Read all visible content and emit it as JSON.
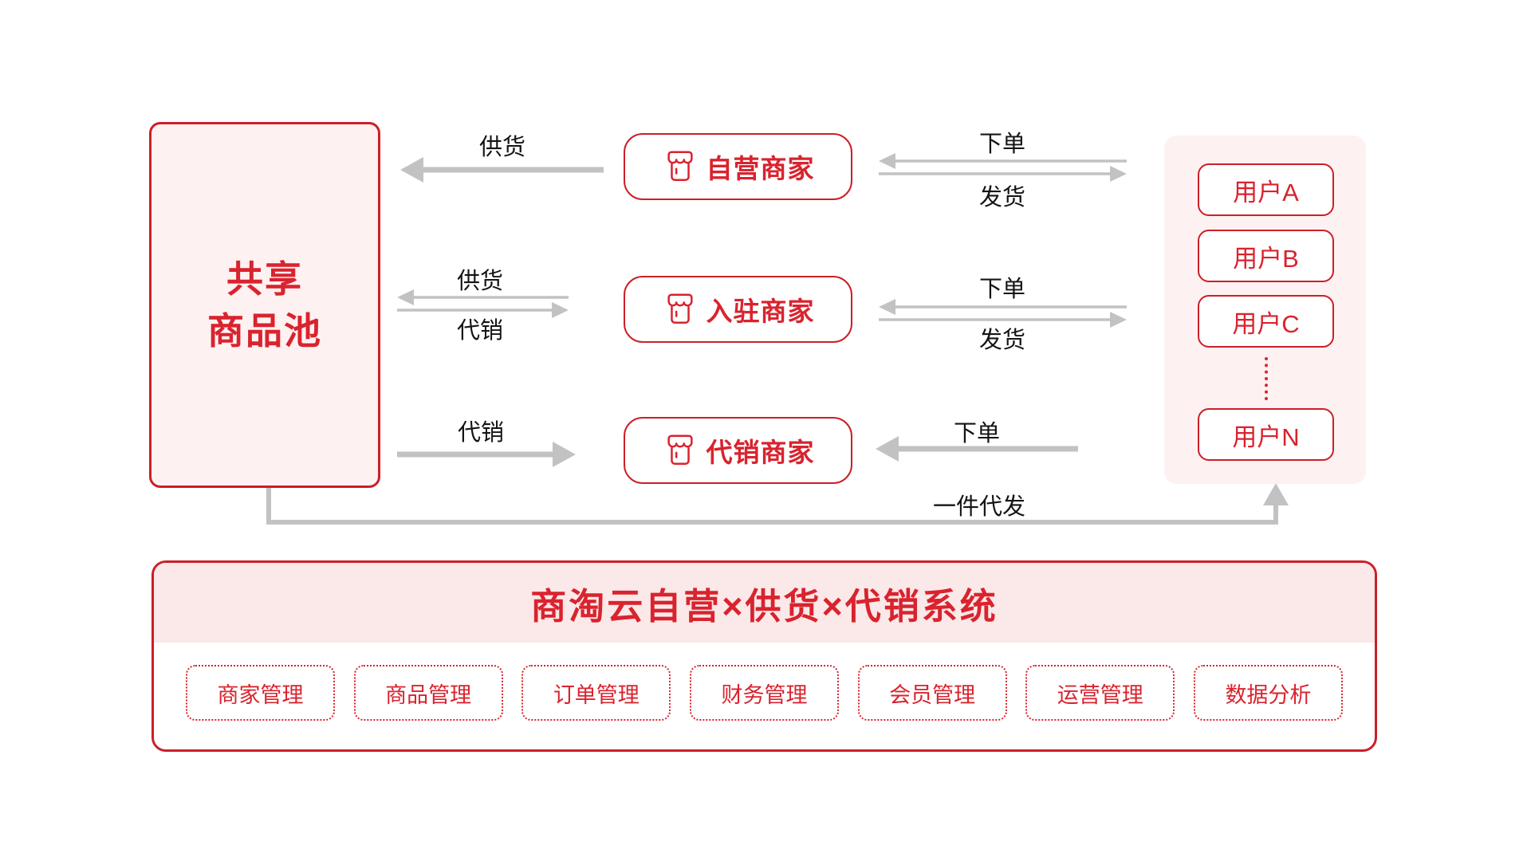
{
  "diagram": {
    "pool": {
      "line1": "共享",
      "line2": "商品池"
    },
    "merchants": [
      {
        "label": "自营商家"
      },
      {
        "label": "入驻商家"
      },
      {
        "label": "代销商家"
      }
    ],
    "users": [
      "用户A",
      "用户B",
      "用户C",
      "用户N"
    ],
    "labels": {
      "supply1": "供货",
      "supply2": "供货",
      "consign2": "代销",
      "consign3": "代销",
      "order1": "下单",
      "ship1": "发货",
      "order2": "下单",
      "ship2": "发货",
      "order3": "下单",
      "dropship": "一件代发"
    },
    "system": {
      "title": "商淘云自营×供货×代销系统",
      "modules": [
        "商家管理",
        "商品管理",
        "订单管理",
        "财务管理",
        "会员管理",
        "运营管理",
        "数据分析"
      ]
    },
    "icons": {
      "merchant": "storefront-icon"
    },
    "colors": {
      "accent_red": "#d9232e",
      "border_red": "#cb1f28",
      "panel_pink": "#fdf1f1",
      "header_pink": "#fbe8e8",
      "arrow_gray": "#c2c2c2",
      "label_black": "#141414"
    }
  }
}
